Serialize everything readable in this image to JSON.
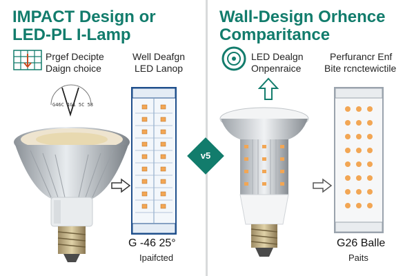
{
  "left": {
    "title_line1": "IMPACT Design or",
    "title_line2": "LED-PL I-Lamp",
    "item1_line1": "Prgef Decipte",
    "item1_line2": "Daign choice",
    "item2_line1": "Well Deafgn",
    "item2_line2": "LED Lanop",
    "ic_label": "G46C 1G1 5C 58",
    "caption_line1": "G -46 25°",
    "caption_line2": "Ipaifcted"
  },
  "center": {
    "vs_label": "v5"
  },
  "right": {
    "title_line1": "Wall-Design Orhence",
    "title_line2": "Comparitance",
    "item1_line1": "LED Dealgn",
    "item1_line2": "Onpenraice",
    "item2_line1": "Perfurancr Enf",
    "item2_line2": "Bite rcnctewictile",
    "caption_line1": "G26 Balle",
    "caption_line2": "Paits"
  },
  "colors": {
    "accent": "#127c6c",
    "panel_border": "#1f4f8c",
    "led": "#f2a654"
  },
  "icons": [
    "grid-chart-icon",
    "cfl-glyph-icon",
    "arrow-right-icon",
    "arrow-up-icon",
    "leaf-target-icon"
  ]
}
